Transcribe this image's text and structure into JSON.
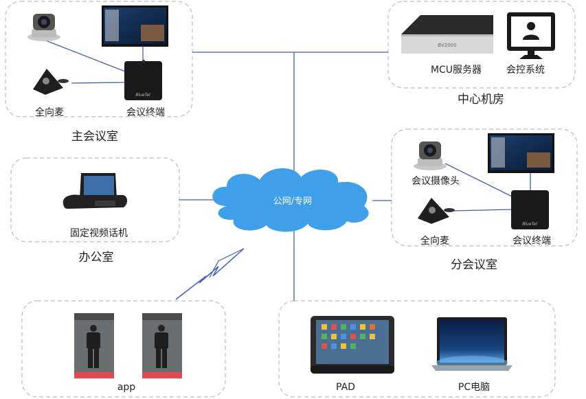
{
  "network": {
    "label": "公网/专网"
  },
  "zones": {
    "main_room": {
      "title": "主会议室",
      "mic": "全向麦",
      "terminal": "会议终端"
    },
    "center": {
      "title": "中心机房",
      "mcu": "MCU服务器",
      "control": "会控系统",
      "mcu_model": "BV2000"
    },
    "office": {
      "title": "办公室",
      "phone": "固定视频话机"
    },
    "branch_room": {
      "title": "分会议室",
      "camera": "会议摄像头",
      "mic": "全向麦",
      "terminal": "会议终端"
    },
    "mobile": {
      "app": "app"
    },
    "devices": {
      "pad": "PAD",
      "pc": "PC电脑"
    }
  },
  "brand": {
    "terminal_logo": "BlueTel"
  },
  "colors": {
    "link": "#3f5fb8",
    "cloud": "#3f9fe8",
    "zone_border": "#bdbdbd"
  }
}
